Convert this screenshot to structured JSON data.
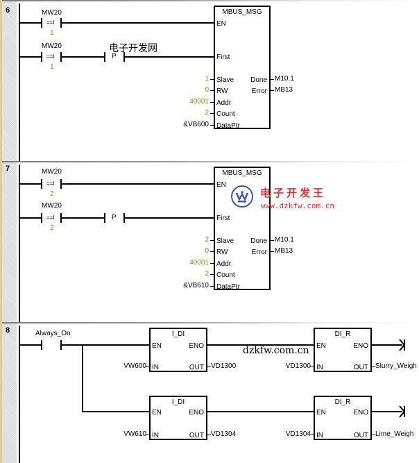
{
  "networks": [
    {
      "number": "6",
      "contacts": [
        {
          "operand": "MW20",
          "op": "==I",
          "value": "1"
        },
        {
          "operand": "MW20",
          "op": "==I",
          "value": "1"
        }
      ],
      "edge": "P",
      "block": {
        "title": "MBUS_MSG",
        "inputs": {
          "en": "EN",
          "first": "First",
          "slave": "Slave",
          "rw": "RW",
          "addr": "Addr",
          "count": "Count",
          "dataptr": "DataPtr"
        },
        "input_values": {
          "slave": "1",
          "rw": "0",
          "addr": "40001",
          "count": "2",
          "dataptr": "&VB600"
        },
        "outputs": {
          "done": "Done",
          "error": "Error"
        },
        "output_values": {
          "done": "M10.1",
          "error": "MB13"
        }
      }
    },
    {
      "number": "7",
      "contacts": [
        {
          "operand": "MW20",
          "op": "==I",
          "value": "2"
        },
        {
          "operand": "MW20",
          "op": "==I",
          "value": "2"
        }
      ],
      "edge": "P",
      "block": {
        "title": "MBUS_MSG",
        "inputs": {
          "en": "EN",
          "first": "First",
          "slave": "Slave",
          "rw": "RW",
          "addr": "Addr",
          "count": "Count",
          "dataptr": "DataPtr"
        },
        "input_values": {
          "slave": "2",
          "rw": "0",
          "addr": "40001",
          "count": "2",
          "dataptr": "&VB610"
        },
        "outputs": {
          "done": "Done",
          "error": "Error"
        },
        "output_values": {
          "done": "M10.1",
          "error": "MB13"
        }
      }
    },
    {
      "number": "8",
      "contact": "Always_On",
      "rows": [
        {
          "idi": {
            "title": "I_DI",
            "en": "EN",
            "eno": "ENO",
            "in": "IN",
            "out": "OUT",
            "in_value": "VW600",
            "out_value": "VD1300"
          },
          "dir": {
            "title": "DI_R",
            "en": "EN",
            "eno": "ENO",
            "in": "IN",
            "out": "OUT",
            "in_value": "VD1300",
            "out_value": "Slurry_Weigh"
          }
        },
        {
          "idi": {
            "title": "I_DI",
            "en": "EN",
            "eno": "ENO",
            "in": "IN",
            "out": "OUT",
            "in_value": "VW610",
            "out_value": "VD1304"
          },
          "dir": {
            "title": "DI_R",
            "en": "EN",
            "eno": "ENO",
            "in": "IN",
            "out": "OUT",
            "in_value": "VD1304",
            "out_value": "Lime_Weigh"
          }
        }
      ]
    }
  ],
  "watermarks": {
    "cn_site": "电子开发网",
    "brand": "电子开发王",
    "brand_url": "www.dzkfw.com.cn",
    "url": "dzkfw.com.cn"
  }
}
